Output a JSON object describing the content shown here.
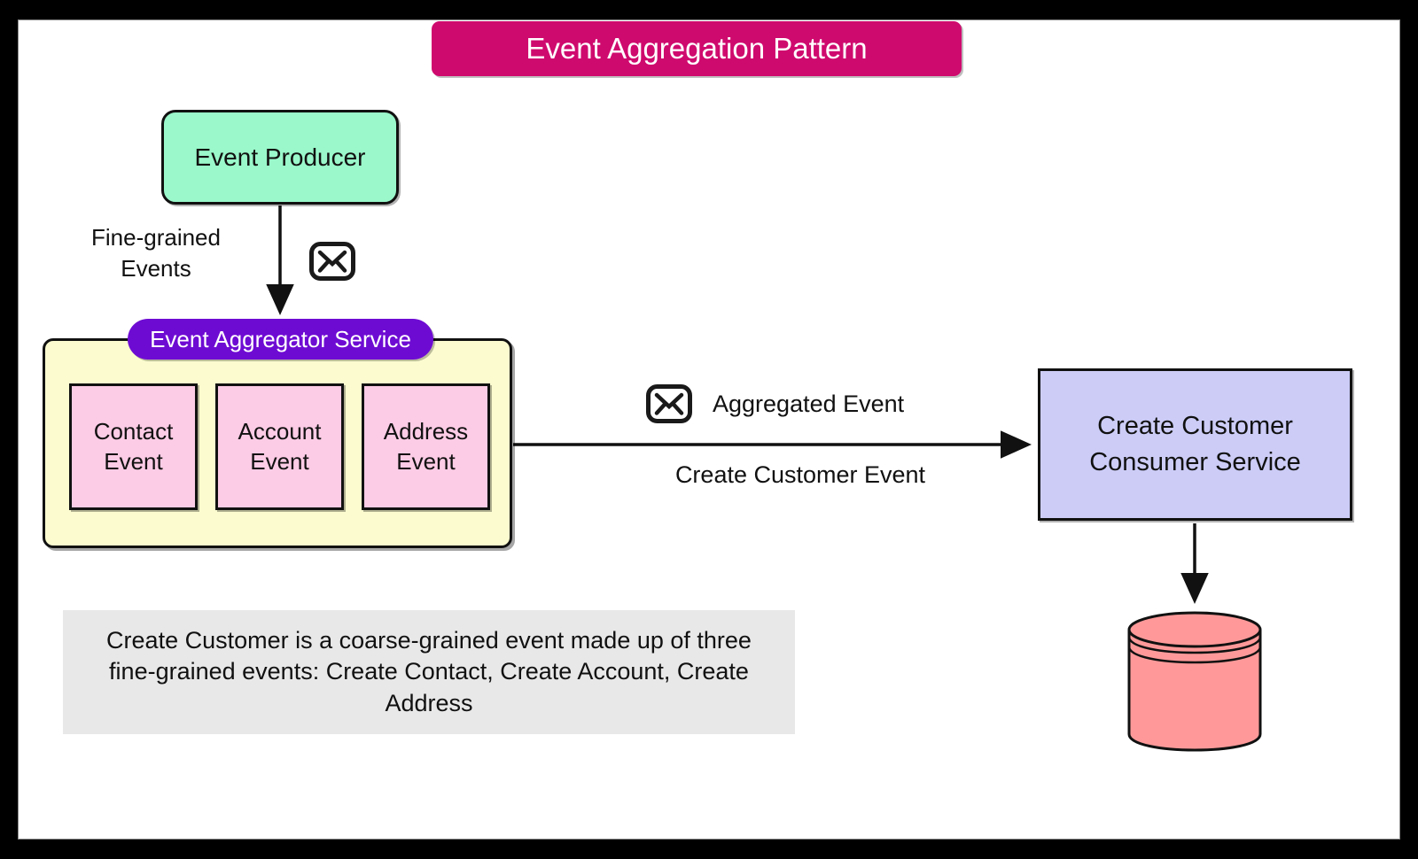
{
  "title": "Event Aggregation Pattern",
  "title_color": "#cf0a6e",
  "nodes": {
    "producer": {
      "label": "Event Producer",
      "color": "#9af8ca"
    },
    "aggregator": {
      "label": "Event Aggregator Service",
      "pill_color": "#6e0bd3",
      "container_color": "#fbfbcf"
    },
    "fine_events": [
      {
        "label": "Contact Event"
      },
      {
        "label": "Account Event"
      },
      {
        "label": "Address Event"
      }
    ],
    "fine_event_color": "#fccbe5",
    "consumer": {
      "label": "Create Customer Consumer Service",
      "color": "#ccccf7"
    },
    "database": {
      "icon": "database-cylinder-icon",
      "color": "#ff9999"
    }
  },
  "edges": {
    "producer_to_aggregator": {
      "label": "Fine-grained Events",
      "icon": "envelope-icon"
    },
    "aggregator_to_consumer": {
      "label_above": "Aggregated Event",
      "label_below": "Create Customer Event",
      "icon": "envelope-icon"
    },
    "consumer_to_database": {
      "label": ""
    }
  },
  "note": {
    "text": "Create Customer is a coarse-grained event made up of three fine-grained events: Create Contact, Create Account, Create Address",
    "color": "#e8e8e8"
  }
}
